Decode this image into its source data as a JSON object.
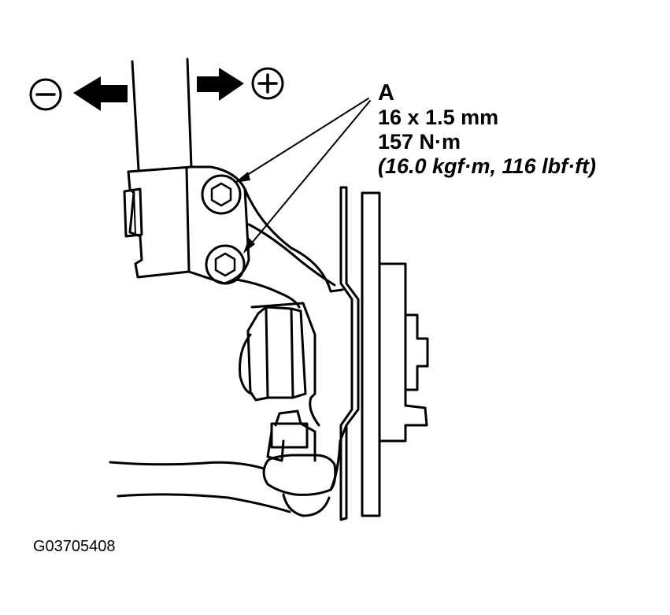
{
  "callout": {
    "letter": "A",
    "thread_size": "16 x 1.5 mm",
    "torque_nm": "157 N·m",
    "torque_alt": "(16.0 kgf·m, 116 lbf·ft)"
  },
  "direction": {
    "minus_symbol": "−",
    "plus_symbol": "+"
  },
  "figure_id": "G03705408",
  "colors": {
    "line": "#000000",
    "background": "#ffffff"
  }
}
